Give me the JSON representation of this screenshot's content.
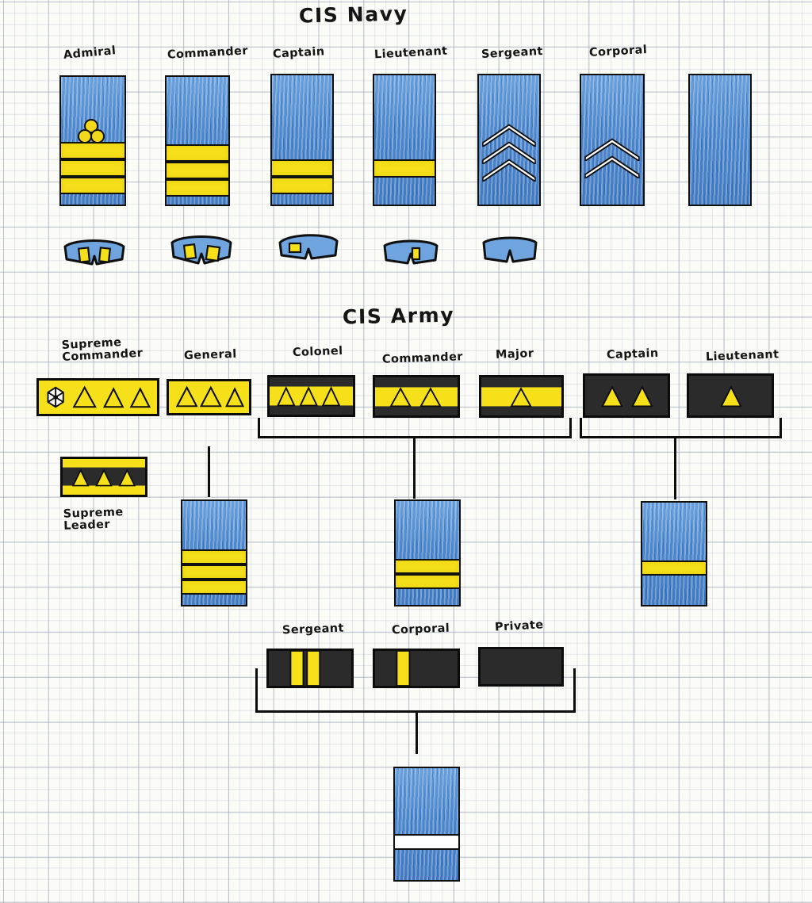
{
  "sections": {
    "navy_title": "CIS Navy",
    "army_title": "CIS Army"
  },
  "navy": {
    "ranks": [
      {
        "label": "Admiral",
        "stripes": 3,
        "chevrons": 0,
        "emblem": "trefoil-emblem"
      },
      {
        "label": "Commander",
        "stripes": 3,
        "chevrons": 0,
        "emblem": ""
      },
      {
        "label": "Captain",
        "stripes": 2,
        "chevrons": 0,
        "emblem": ""
      },
      {
        "label": "Lieutenant",
        "stripes": 1,
        "chevrons": 0,
        "emblem": ""
      },
      {
        "label": "Sergeant",
        "stripes": 0,
        "chevrons": 3,
        "emblem": ""
      },
      {
        "label": "Corporal",
        "stripes": 0,
        "chevrons": 2,
        "emblem": ""
      },
      {
        "label": "",
        "stripes": 0,
        "chevrons": 0,
        "emblem": ""
      }
    ],
    "collar_insignia": [
      {
        "name": "collar-admiral",
        "pips": 2
      },
      {
        "name": "collar-commander",
        "pips": 2
      },
      {
        "name": "collar-captain",
        "pips": 1
      },
      {
        "name": "collar-lieutenant",
        "pips": 1
      },
      {
        "name": "collar-sergeant",
        "pips": 0
      }
    ],
    "colors": {
      "cloth": "#4b87cf",
      "stripe": "#f5e01a",
      "ink": "#101010"
    }
  },
  "army": {
    "ranks": [
      {
        "label": "Supreme Commander",
        "field": "yellow",
        "bands": "none",
        "triangles": 3,
        "star": true,
        "tri_fill": "white"
      },
      {
        "label": "General",
        "field": "yellow",
        "bands": "none",
        "triangles": 3,
        "star": false,
        "tri_fill": "white"
      },
      {
        "label": "Colonel",
        "field": "yellow",
        "bands": "dark",
        "triangles": 3,
        "star": false,
        "tri_fill": "yellow"
      },
      {
        "label": "Commander",
        "field": "yellow",
        "bands": "dark",
        "triangles": 2,
        "star": false,
        "tri_fill": "yellow"
      },
      {
        "label": "Major",
        "field": "yellow",
        "bands": "dark",
        "triangles": 1,
        "star": false,
        "tri_fill": "yellow"
      },
      {
        "label": "Captain",
        "field": "dark",
        "bands": "none",
        "triangles": 2,
        "star": false,
        "tri_fill": "yellow"
      },
      {
        "label": "Lieutenant",
        "field": "dark",
        "bands": "none",
        "triangles": 1,
        "star": false,
        "tri_fill": "yellow"
      }
    ],
    "supreme_leader": {
      "label": "Supreme Leader",
      "field": "dark",
      "bands": "yellow",
      "triangles": 3,
      "tri_fill": "yellow"
    },
    "enlisted": [
      {
        "label": "Sergeant",
        "vertical_stripes": 2
      },
      {
        "label": "Corporal",
        "vertical_stripes": 1
      },
      {
        "label": "Private",
        "vertical_stripes": 0
      }
    ],
    "navy_equivalents": [
      {
        "name": "board-general-equivalent",
        "stripes": 3
      },
      {
        "name": "board-commander-equivalent",
        "stripes": 2
      },
      {
        "name": "board-lieutenant-equivalent",
        "stripes": 1
      },
      {
        "name": "board-enlisted-equivalent",
        "stripes": 1,
        "stripe_style": "white"
      }
    ],
    "colors": {
      "yellow": "#f5e01a",
      "dark": "#2b2b2b",
      "ink": "#0c0c0c"
    }
  }
}
